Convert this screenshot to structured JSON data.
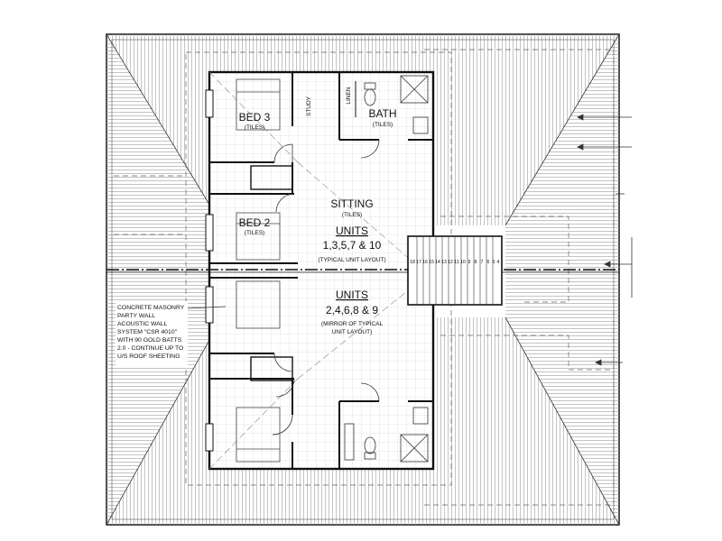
{
  "rooms": {
    "bed3": {
      "label": "BED 3",
      "finish": "(TILES)"
    },
    "bed2": {
      "label": "BED 2",
      "finish": "(TILES)"
    },
    "bath": {
      "label": "BATH",
      "finish": "(TILES)"
    },
    "sitting": {
      "label": "SITTING",
      "finish": "(TILES)"
    },
    "study": {
      "label": "STUDY"
    },
    "linen": {
      "label": "LINEN"
    }
  },
  "units_upper": {
    "title": "UNITS",
    "numbers": "1,3,5,7 & 10",
    "note": "(TYPICAL UNIT LAYOUT)"
  },
  "units_lower": {
    "title": "UNITS",
    "numbers": "2,4,6,8 & 9",
    "note_line1": "(MIRROR OF TYPICAL",
    "note_line2": "UNIT LAYOUT)"
  },
  "party_wall_note": [
    "CONCRETE MASONRY",
    "PARTY WALL",
    "ACOUSTIC WALL",
    "SYSTEM \"CSR 4010\"",
    "WITH 90 GOLD BATTS",
    "2.0 - CONTINUE UP TO",
    "U/S ROOF SHEETING"
  ],
  "stair_numbers": [
    "18",
    "17",
    "16",
    "15",
    "14",
    "13",
    "12",
    "11",
    "10",
    "9",
    "8",
    "7",
    "6",
    "5",
    "4"
  ]
}
